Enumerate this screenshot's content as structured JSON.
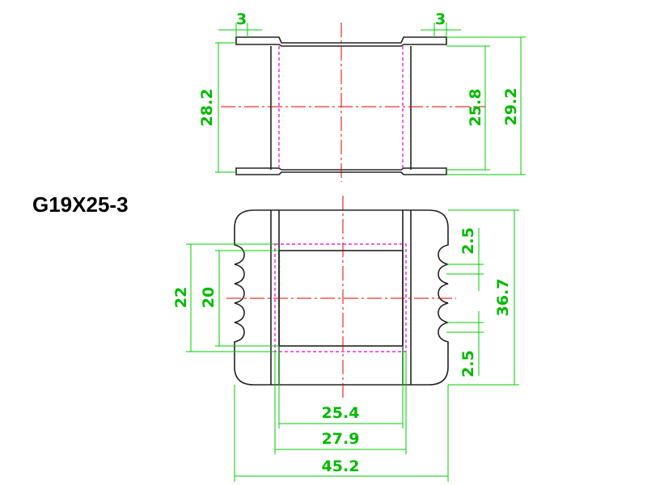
{
  "title": "G19X25-3",
  "top_view": {
    "dims": {
      "flange_left_width": "3",
      "flange_right_width": "3",
      "flange_height_left": "28.2",
      "inner_height": "25.8",
      "overall_height": "29.2"
    }
  },
  "front_view": {
    "dims": {
      "outer_slot_height": "22",
      "inner_slot_height": "20",
      "pitch_top": "2.5",
      "pitch_bottom": "2.5",
      "overall_height": "36.7",
      "window_width": "25.4",
      "core_width": "27.9",
      "overall_width": "45.2"
    }
  },
  "colors": {
    "outline": "#222222",
    "hidden_line": "#e000e0",
    "center_line": "#e00000",
    "dimension": "#00cc00"
  }
}
